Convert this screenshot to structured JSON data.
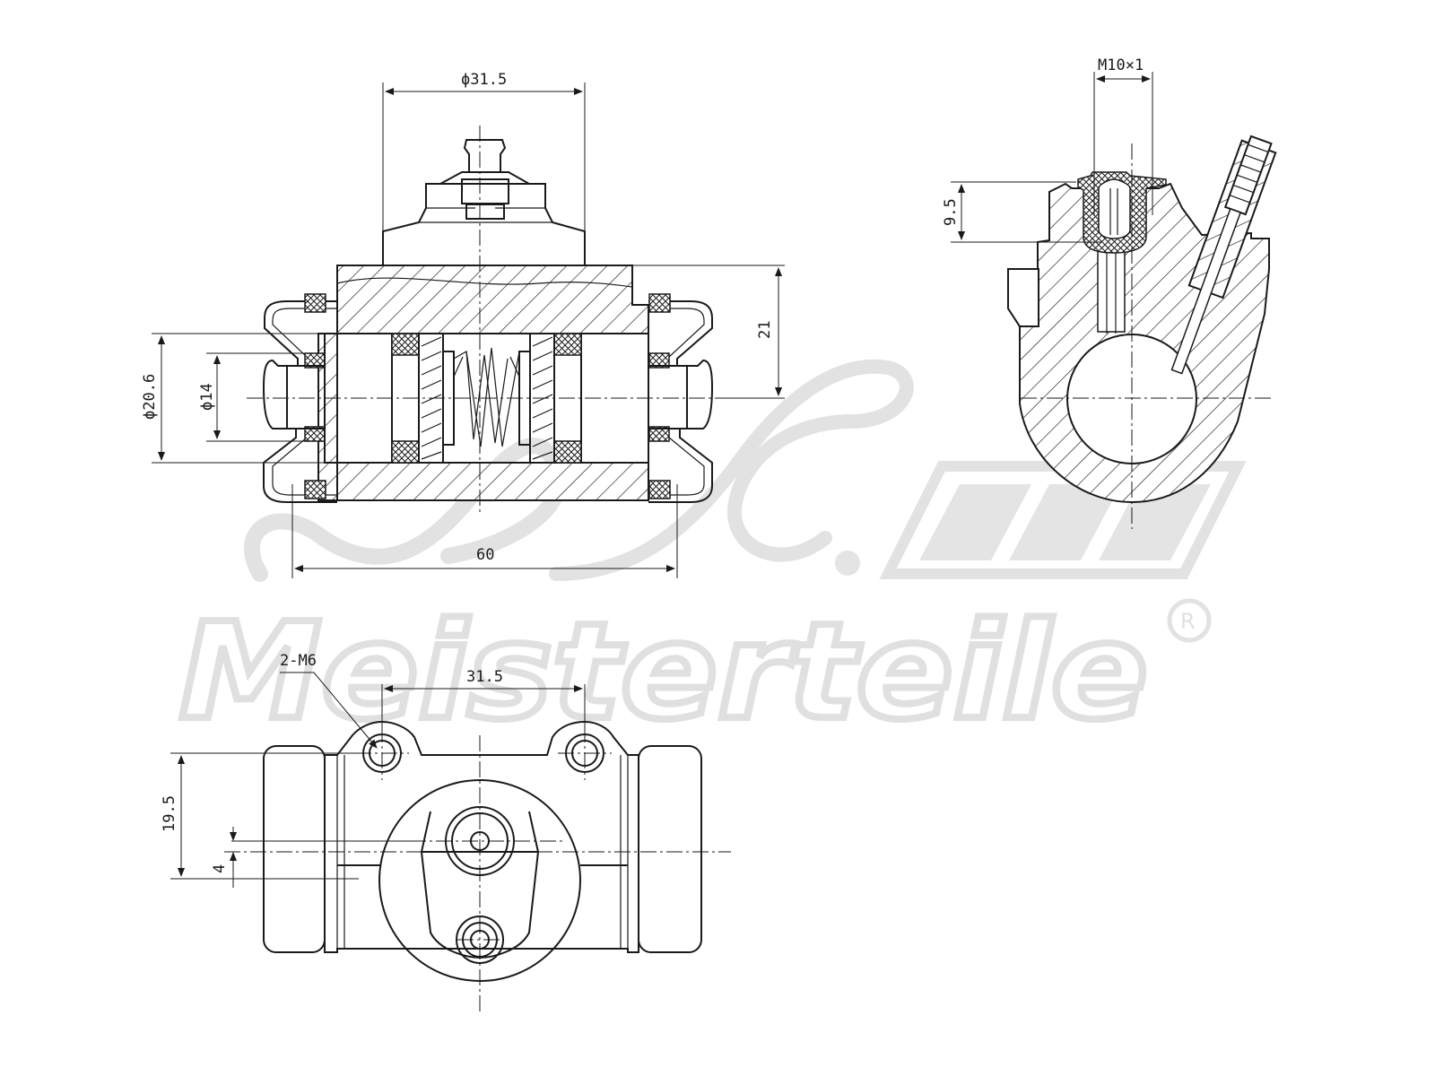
{
  "watermark": {
    "brand_text": "Meisterteile",
    "registered_mark": "R"
  },
  "dimensions": {
    "top_view": {
      "bleeder_bore": "ϕ31.5",
      "overall_length": "60",
      "bore_height": "21",
      "outer_diameter": "ϕ20.6",
      "inner_diameter": "ϕ14"
    },
    "side_view": {
      "thread": "M10×1",
      "height": "9.5"
    },
    "bottom_view": {
      "mount_holes": "2-M6",
      "hole_spacing": "31.5",
      "offset_height": "19.5",
      "center_offset": "4"
    }
  },
  "colors": {
    "line": "#1a1a1a",
    "watermark": "#e4e4e4"
  }
}
